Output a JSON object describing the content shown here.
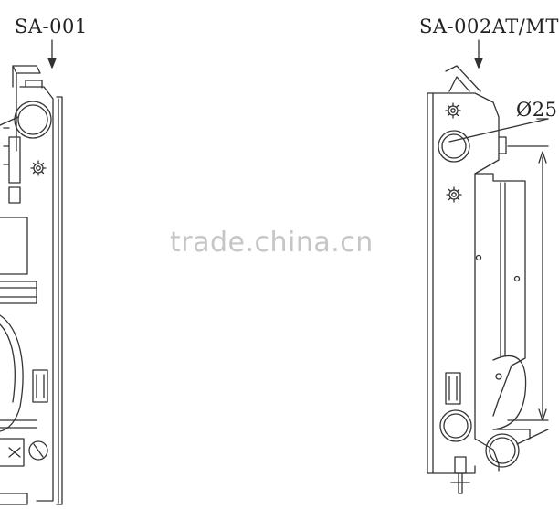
{
  "labels": {
    "left_part": "SA-001",
    "right_part": "SA-002AT/MT",
    "diameter": "Ø25"
  },
  "watermark": "trade.china.cn",
  "colors": {
    "line": "#333333",
    "watermark": "#c6c6c6",
    "background": "#ffffff"
  }
}
